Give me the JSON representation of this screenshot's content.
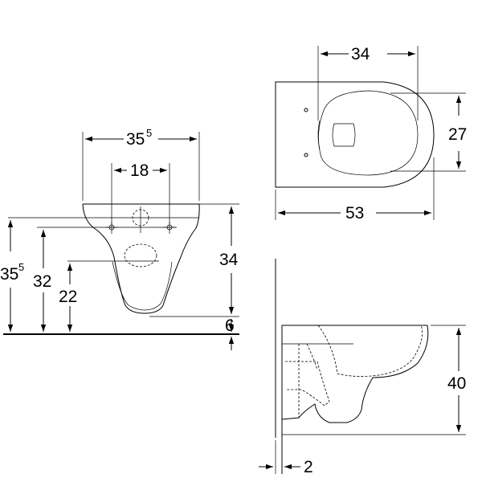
{
  "diagram": {
    "front_view": {
      "width_total": "35",
      "width_total_frac": "5",
      "bolt_spacing": "18",
      "bowl_depth": "34",
      "floor_offset": "6",
      "height_rim": "35",
      "height_rim_frac": "5",
      "height_bolts": "32",
      "height_outlet": "22"
    },
    "top_view": {
      "seat_width": "34",
      "bolt_depth": "27",
      "length": "53"
    },
    "side_view": {
      "height": "40",
      "wall_gap": "2"
    }
  }
}
